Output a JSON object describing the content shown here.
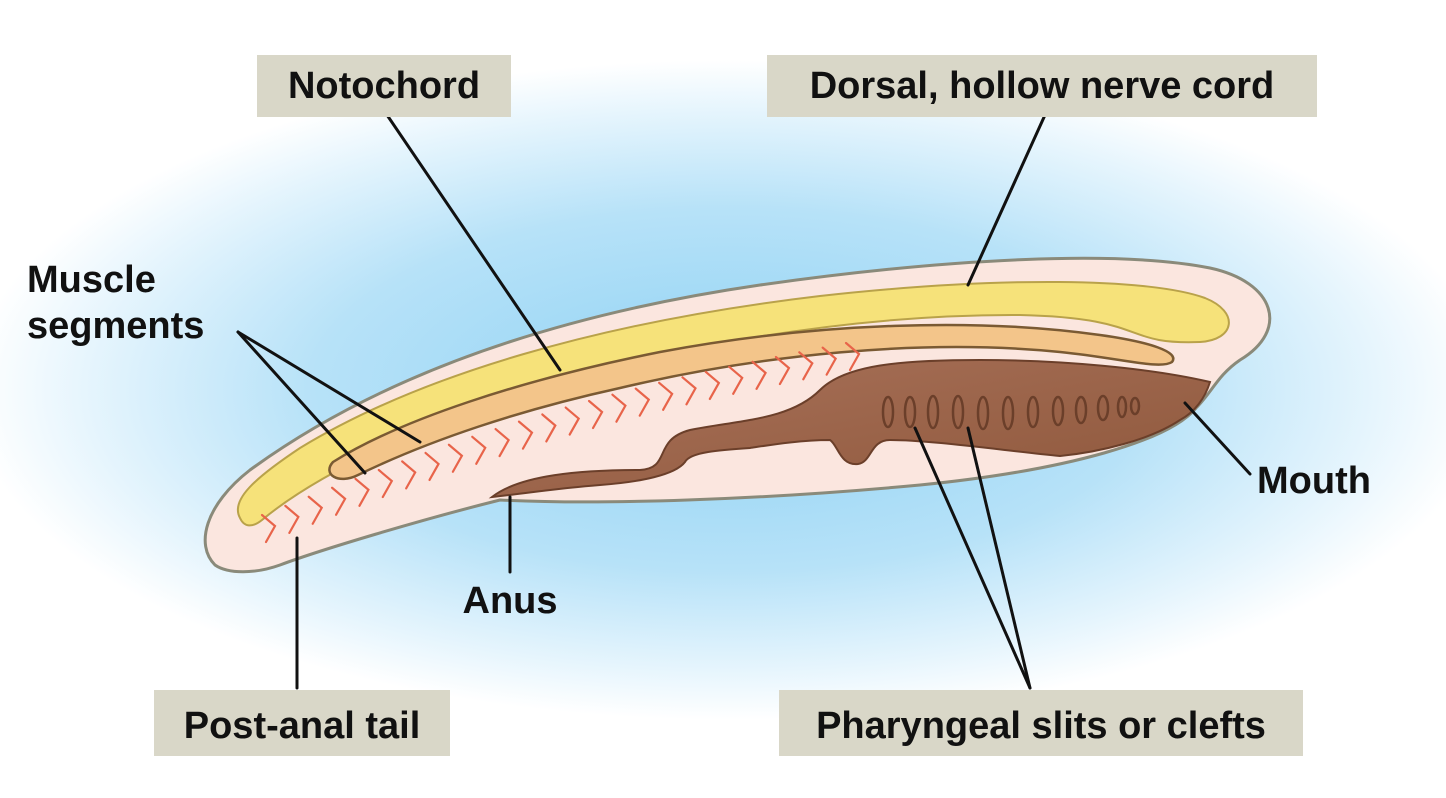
{
  "labels": {
    "notochord": "Notochord",
    "nerve_cord": "Dorsal, hollow nerve cord",
    "muscle_line1": "Muscle",
    "muscle_line2": "segments",
    "mouth": "Mouth",
    "anus": "Anus",
    "tail": "Post-anal tail",
    "pharyngeal": "Pharyngeal slits or clefts"
  },
  "colors": {
    "background_glow": "#8fd2f4",
    "body_fill": "#fbe6df",
    "body_outline": "#8a8a7a",
    "nerve_cord": "#f6e27a",
    "notochord": "#f3c58a",
    "pharynx": "#a26b4e",
    "muscle_chevrons": "#e8644a",
    "label_box": "#d9d7c8"
  }
}
